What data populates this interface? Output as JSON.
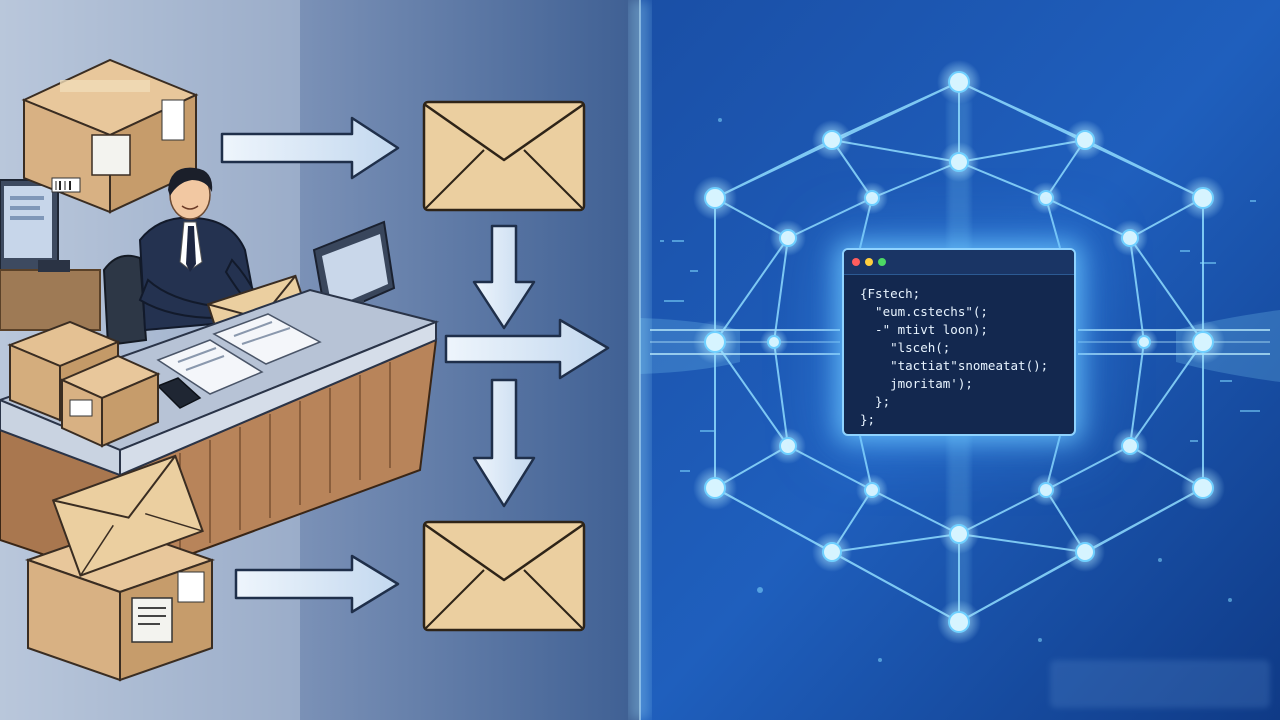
{
  "left_scene": {
    "description_name": "post-office-clerk-scene"
  },
  "code_window": {
    "lines": [
      "{Fstech;",
      "  \"eum.cstechs\"(;",
      "  -\" mtivt loon);",
      "    \"lsceh(;",
      "    \"tactiat\"snomeatat();",
      "    jmoritam');",
      "  };",
      "};"
    ]
  },
  "colors": {
    "left_bg": "#b8c8df",
    "right_bg": "#1f5fb8",
    "accent_glow": "#7fd8ff",
    "envelope": "#ebcfa0",
    "box": "#d8b183",
    "arrow": "#dceaf7"
  }
}
